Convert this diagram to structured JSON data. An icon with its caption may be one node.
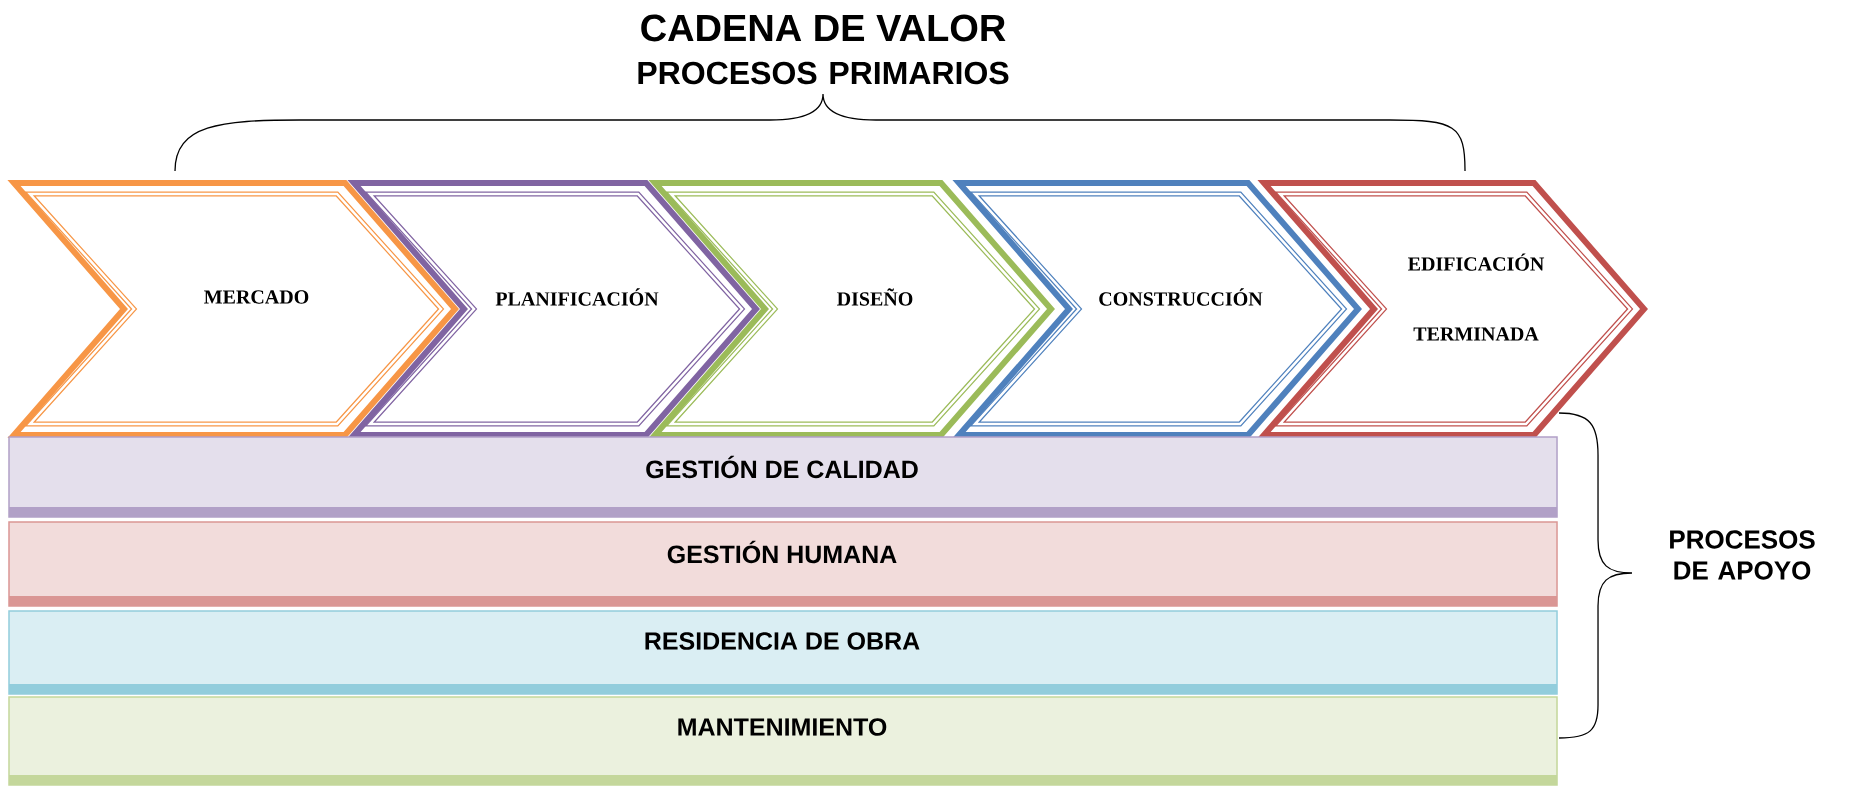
{
  "diagram": {
    "title": "CADENA DE VALOR",
    "nodes": [
      {
        "text": [
          "MERCADO"
        ]
      },
      {
        "text": [
          "PLANIFICACIÓN"
        ]
      },
      {
        "text": [
          "DISEÑO"
        ]
      },
      {
        "text": [
          "CONSTRUCCIÓN"
        ]
      },
      {
        "text": [
          "EDIFICACIÓN TERMINADA"
        ]
      },
      {
        "text": [
          "GESTIÓN DE CALIDAD"
        ]
      },
      {
        "text": [
          "GESTIÓN HUMANA"
        ]
      },
      {
        "text": [
          "RESIDENCIA DE OBRA"
        ]
      },
      {
        "text": [
          "MANTENIMIENTO"
        ]
      }
    ],
    "labels": [
      "PROCESOS PRIMARIOS",
      "PROCESOS DE APOYO"
    ]
  }
}
